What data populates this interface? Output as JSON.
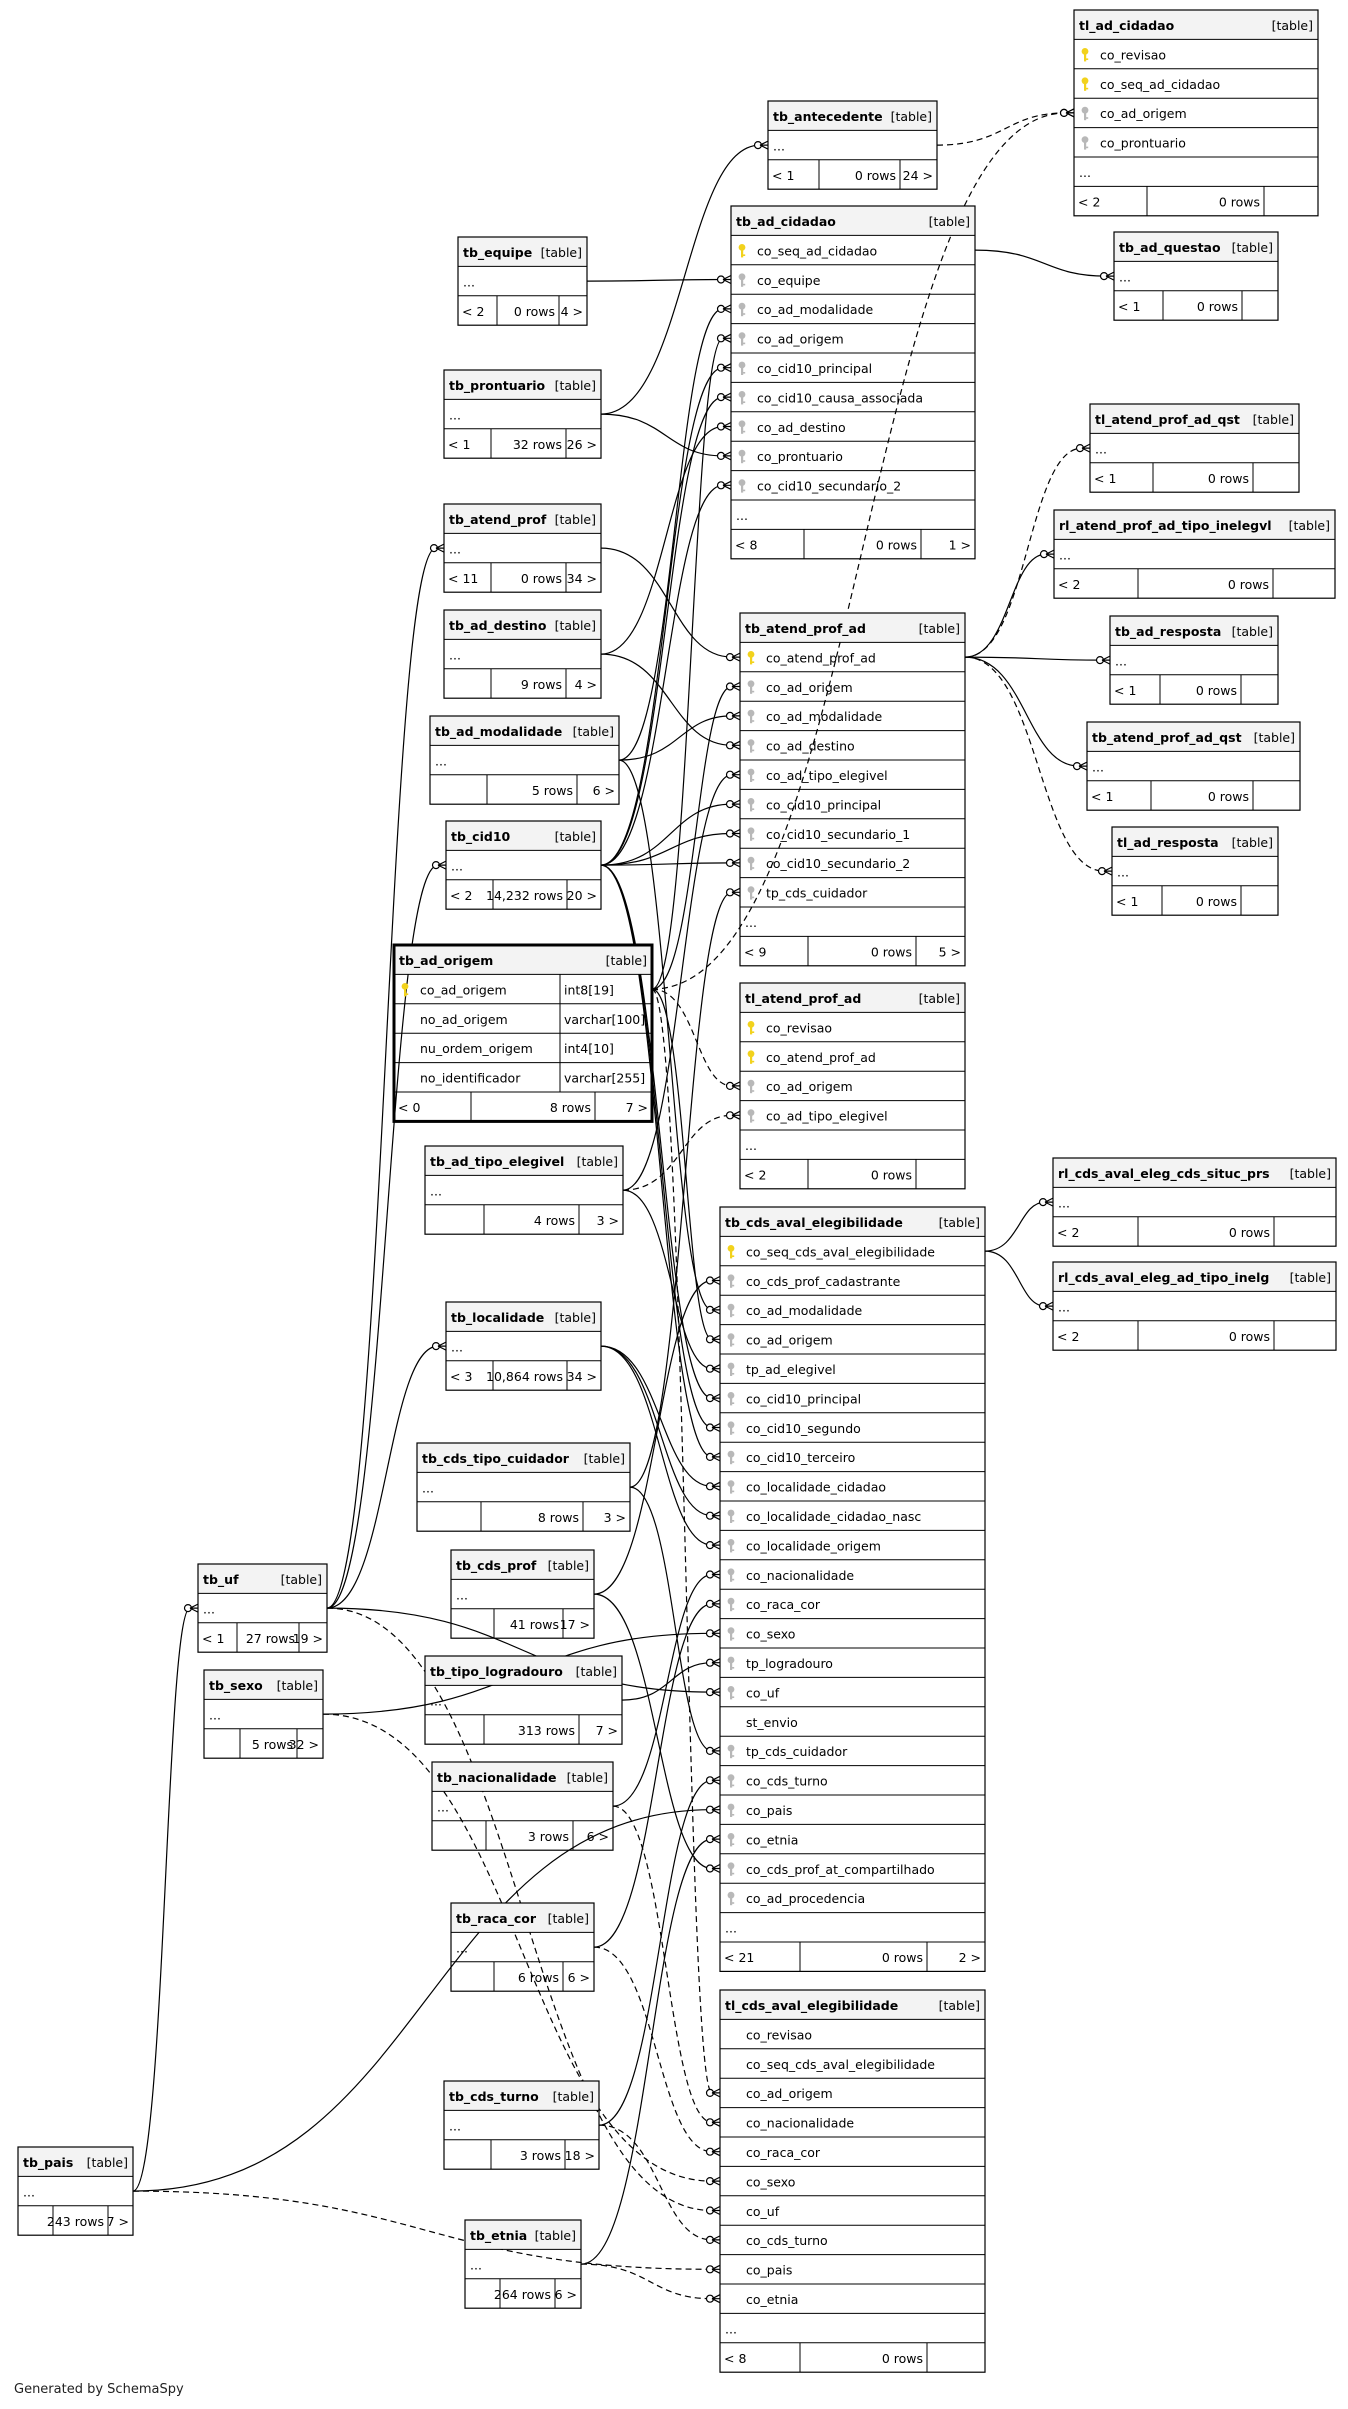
{
  "footer": "Generated by SchemaSpy",
  "tables": [
    {
      "id": "tl_ad_cidadao",
      "name": "tl_ad_cidadao",
      "type": "[table]",
      "cols": [
        {
          "name": "co_revisao",
          "key": "pk"
        },
        {
          "name": "co_seq_ad_cidadao",
          "key": "pk"
        },
        {
          "name": "co_ad_origem",
          "key": "fk"
        },
        {
          "name": "co_prontuario",
          "key": "fk"
        },
        {
          "name": "...",
          "key": ""
        }
      ],
      "foot": [
        "< 2",
        "0 rows",
        ""
      ]
    },
    {
      "id": "tb_antecedente",
      "name": "tb_antecedente",
      "type": "[table]",
      "cols": [
        {
          "name": "...",
          "key": ""
        }
      ],
      "foot": [
        "< 1",
        "0 rows",
        "24 >"
      ]
    },
    {
      "id": "tb_ad_cidadao",
      "name": "tb_ad_cidadao",
      "type": "[table]",
      "cols": [
        {
          "name": "co_seq_ad_cidadao",
          "key": "pk"
        },
        {
          "name": "co_equipe",
          "key": "fk"
        },
        {
          "name": "co_ad_modalidade",
          "key": "fk"
        },
        {
          "name": "co_ad_origem",
          "key": "fk"
        },
        {
          "name": "co_cid10_principal",
          "key": "fk"
        },
        {
          "name": "co_cid10_causa_associada",
          "key": "fk"
        },
        {
          "name": "co_ad_destino",
          "key": "fk"
        },
        {
          "name": "co_prontuario",
          "key": "fk"
        },
        {
          "name": "co_cid10_secundario_2",
          "key": "fk"
        },
        {
          "name": "...",
          "key": ""
        }
      ],
      "foot": [
        "< 8",
        "0 rows",
        "1 >"
      ]
    },
    {
      "id": "tb_ad_questao",
      "name": "tb_ad_questao",
      "type": "[table]",
      "cols": [
        {
          "name": "...",
          "key": ""
        }
      ],
      "foot": [
        "< 1",
        "0 rows",
        ""
      ]
    },
    {
      "id": "tb_equipe",
      "name": "tb_equipe",
      "type": "[table]",
      "cols": [
        {
          "name": "...",
          "key": ""
        }
      ],
      "foot": [
        "< 2",
        "0 rows",
        "4 >"
      ]
    },
    {
      "id": "tb_prontuario",
      "name": "tb_prontuario",
      "type": "[table]",
      "cols": [
        {
          "name": "...",
          "key": ""
        }
      ],
      "foot": [
        "< 1",
        "32 rows",
        "26 >"
      ]
    },
    {
      "id": "tl_atend_prof_ad_qst",
      "name": "tl_atend_prof_ad_qst",
      "type": "[table]",
      "cols": [
        {
          "name": "...",
          "key": ""
        }
      ],
      "foot": [
        "< 1",
        "0 rows",
        ""
      ]
    },
    {
      "id": "rl_atend_prof_ad_tipo_inelegvl",
      "name": "rl_atend_prof_ad_tipo_inelegvl",
      "type": "[table]",
      "cols": [
        {
          "name": "...",
          "key": ""
        }
      ],
      "foot": [
        "< 2",
        "0 rows",
        ""
      ]
    },
    {
      "id": "tb_atend_prof",
      "name": "tb_atend_prof",
      "type": "[table]",
      "cols": [
        {
          "name": "...",
          "key": ""
        }
      ],
      "foot": [
        "< 11",
        "0 rows",
        "34 >"
      ]
    },
    {
      "id": "tb_ad_destino",
      "name": "tb_ad_destino",
      "type": "[table]",
      "cols": [
        {
          "name": "...",
          "key": ""
        }
      ],
      "foot": [
        "",
        "9 rows",
        "4 >"
      ]
    },
    {
      "id": "tb_atend_prof_ad",
      "name": "tb_atend_prof_ad",
      "type": "[table]",
      "cols": [
        {
          "name": "co_atend_prof_ad",
          "key": "pk"
        },
        {
          "name": "co_ad_origem",
          "key": "fk"
        },
        {
          "name": "co_ad_modalidade",
          "key": "fk"
        },
        {
          "name": "co_ad_destino",
          "key": "fk"
        },
        {
          "name": "co_ad_tipo_elegivel",
          "key": "fk"
        },
        {
          "name": "co_cid10_principal",
          "key": "fk"
        },
        {
          "name": "co_cid10_secundario_1",
          "key": "fk"
        },
        {
          "name": "co_cid10_secundario_2",
          "key": "fk"
        },
        {
          "name": "tp_cds_cuidador",
          "key": "fk"
        },
        {
          "name": "...",
          "key": ""
        }
      ],
      "foot": [
        "< 9",
        "0 rows",
        "5 >"
      ]
    },
    {
      "id": "tb_ad_resposta",
      "name": "tb_ad_resposta",
      "type": "[table]",
      "cols": [
        {
          "name": "...",
          "key": ""
        }
      ],
      "foot": [
        "< 1",
        "0 rows",
        ""
      ]
    },
    {
      "id": "tb_ad_modalidade",
      "name": "tb_ad_modalidade",
      "type": "[table]",
      "cols": [
        {
          "name": "...",
          "key": ""
        }
      ],
      "foot": [
        "",
        "5 rows",
        "6 >"
      ]
    },
    {
      "id": "tb_atend_prof_ad_qst",
      "name": "tb_atend_prof_ad_qst",
      "type": "[table]",
      "cols": [
        {
          "name": "...",
          "key": ""
        }
      ],
      "foot": [
        "< 1",
        "0 rows",
        ""
      ]
    },
    {
      "id": "tb_cid10",
      "name": "tb_cid10",
      "type": "[table]",
      "cols": [
        {
          "name": "...",
          "key": ""
        }
      ],
      "foot": [
        "< 2",
        "14,232 rows",
        "20 >"
      ]
    },
    {
      "id": "tl_ad_resposta",
      "name": "tl_ad_resposta",
      "type": "[table]",
      "cols": [
        {
          "name": "...",
          "key": ""
        }
      ],
      "foot": [
        "< 1",
        "0 rows",
        ""
      ]
    },
    {
      "id": "tb_ad_origem",
      "name": "tb_ad_origem",
      "type": "[table]",
      "cols": [
        {
          "name": "co_ad_origem",
          "key": "pk",
          "dtype": "int8[19]"
        },
        {
          "name": "no_ad_origem",
          "key": "",
          "dtype": "varchar[100]"
        },
        {
          "name": "nu_ordem_origem",
          "key": "",
          "dtype": "int4[10]"
        },
        {
          "name": "no_identificador",
          "key": "",
          "dtype": "varchar[255]"
        }
      ],
      "foot": [
        "< 0",
        "8 rows",
        "7 >"
      ]
    },
    {
      "id": "tl_atend_prof_ad",
      "name": "tl_atend_prof_ad",
      "type": "[table]",
      "cols": [
        {
          "name": "co_revisao",
          "key": "pk"
        },
        {
          "name": "co_atend_prof_ad",
          "key": "pk"
        },
        {
          "name": "co_ad_origem",
          "key": "fk"
        },
        {
          "name": "co_ad_tipo_elegivel",
          "key": "fk"
        },
        {
          "name": "...",
          "key": ""
        }
      ],
      "foot": [
        "< 2",
        "0 rows",
        ""
      ]
    },
    {
      "id": "tb_ad_tipo_elegivel",
      "name": "tb_ad_tipo_elegivel",
      "type": "[table]",
      "cols": [
        {
          "name": "...",
          "key": ""
        }
      ],
      "foot": [
        "",
        "4 rows",
        "3 >"
      ]
    },
    {
      "id": "rl_cds_aval_eleg_cds_situc_prs",
      "name": "rl_cds_aval_eleg_cds_situc_prs",
      "type": "[table]",
      "cols": [
        {
          "name": "...",
          "key": ""
        }
      ],
      "foot": [
        "< 2",
        "0 rows",
        ""
      ]
    },
    {
      "id": "tb_cds_aval_elegibilidade",
      "name": "tb_cds_aval_elegibilidade",
      "type": "[table]",
      "cols": [
        {
          "name": "co_seq_cds_aval_elegibilidade",
          "key": "pk"
        },
        {
          "name": "co_cds_prof_cadastrante",
          "key": "fk"
        },
        {
          "name": "co_ad_modalidade",
          "key": "fk"
        },
        {
          "name": "co_ad_origem",
          "key": "fk"
        },
        {
          "name": "tp_ad_elegivel",
          "key": "fk"
        },
        {
          "name": "co_cid10_principal",
          "key": "fk"
        },
        {
          "name": "co_cid10_segundo",
          "key": "fk"
        },
        {
          "name": "co_cid10_terceiro",
          "key": "fk"
        },
        {
          "name": "co_localidade_cidadao",
          "key": "fk"
        },
        {
          "name": "co_localidade_cidadao_nasc",
          "key": "fk"
        },
        {
          "name": "co_localidade_origem",
          "key": "fk"
        },
        {
          "name": "co_nacionalidade",
          "key": "fk"
        },
        {
          "name": "co_raca_cor",
          "key": "fk"
        },
        {
          "name": "co_sexo",
          "key": "fk"
        },
        {
          "name": "tp_logradouro",
          "key": "fk"
        },
        {
          "name": "co_uf",
          "key": "fk"
        },
        {
          "name": "st_envio",
          "key": ""
        },
        {
          "name": "tp_cds_cuidador",
          "key": "fk"
        },
        {
          "name": "co_cds_turno",
          "key": "fk"
        },
        {
          "name": "co_pais",
          "key": "fk"
        },
        {
          "name": "co_etnia",
          "key": "fk"
        },
        {
          "name": "co_cds_prof_at_compartilhado",
          "key": "fk"
        },
        {
          "name": "co_ad_procedencia",
          "key": "fk"
        },
        {
          "name": "...",
          "key": ""
        }
      ],
      "foot": [
        "< 21",
        "0 rows",
        "2 >"
      ]
    },
    {
      "id": "rl_cds_aval_eleg_ad_tipo_inelg",
      "name": "rl_cds_aval_eleg_ad_tipo_inelg",
      "type": "[table]",
      "cols": [
        {
          "name": "...",
          "key": ""
        }
      ],
      "foot": [
        "< 2",
        "0 rows",
        ""
      ]
    },
    {
      "id": "tb_localidade",
      "name": "tb_localidade",
      "type": "[table]",
      "cols": [
        {
          "name": "...",
          "key": ""
        }
      ],
      "foot": [
        "< 3",
        "10,864 rows",
        "34 >"
      ]
    },
    {
      "id": "tb_cds_tipo_cuidador",
      "name": "tb_cds_tipo_cuidador",
      "type": "[table]",
      "cols": [
        {
          "name": "...",
          "key": ""
        }
      ],
      "foot": [
        "",
        "8 rows",
        "3 >"
      ]
    },
    {
      "id": "tb_uf",
      "name": "tb_uf",
      "type": "[table]",
      "cols": [
        {
          "name": "...",
          "key": ""
        }
      ],
      "foot": [
        "< 1",
        "27 rows",
        "19 >"
      ]
    },
    {
      "id": "tb_cds_prof",
      "name": "tb_cds_prof",
      "type": "[table]",
      "cols": [
        {
          "name": "...",
          "key": ""
        }
      ],
      "foot": [
        "",
        "41 rows",
        "17 >"
      ]
    },
    {
      "id": "tb_sexo",
      "name": "tb_sexo",
      "type": "[table]",
      "cols": [
        {
          "name": "...",
          "key": ""
        }
      ],
      "foot": [
        "",
        "5 rows",
        "32 >"
      ]
    },
    {
      "id": "tb_tipo_logradouro",
      "name": "tb_tipo_logradouro",
      "type": "[table]",
      "cols": [
        {
          "name": "...",
          "key": ""
        }
      ],
      "foot": [
        "",
        "313 rows",
        "7 >"
      ]
    },
    {
      "id": "tb_nacionalidade",
      "name": "tb_nacionalidade",
      "type": "[table]",
      "cols": [
        {
          "name": "...",
          "key": ""
        }
      ],
      "foot": [
        "",
        "3 rows",
        "6 >"
      ]
    },
    {
      "id": "tb_raca_cor",
      "name": "tb_raca_cor",
      "type": "[table]",
      "cols": [
        {
          "name": "...",
          "key": ""
        }
      ],
      "foot": [
        "",
        "6 rows",
        "6 >"
      ]
    },
    {
      "id": "tl_cds_aval_elegibilidade",
      "name": "tl_cds_aval_elegibilidade",
      "type": "[table]",
      "cols": [
        {
          "name": "co_revisao",
          "key": ""
        },
        {
          "name": "co_seq_cds_aval_elegibilidade",
          "key": ""
        },
        {
          "name": "co_ad_origem",
          "key": ""
        },
        {
          "name": "co_nacionalidade",
          "key": ""
        },
        {
          "name": "co_raca_cor",
          "key": ""
        },
        {
          "name": "co_sexo",
          "key": ""
        },
        {
          "name": "co_uf",
          "key": ""
        },
        {
          "name": "co_cds_turno",
          "key": ""
        },
        {
          "name": "co_pais",
          "key": ""
        },
        {
          "name": "co_etnia",
          "key": ""
        },
        {
          "name": "...",
          "key": ""
        }
      ],
      "foot": [
        "< 8",
        "0 rows",
        ""
      ]
    },
    {
      "id": "tb_cds_turno",
      "name": "tb_cds_turno",
      "type": "[table]",
      "cols": [
        {
          "name": "...",
          "key": ""
        }
      ],
      "foot": [
        "",
        "3 rows",
        "18 >"
      ]
    },
    {
      "id": "tb_pais",
      "name": "tb_pais",
      "type": "[table]",
      "cols": [
        {
          "name": "...",
          "key": ""
        }
      ],
      "foot": [
        "",
        "243 rows",
        "7 >"
      ]
    },
    {
      "id": "tb_etnia",
      "name": "tb_etnia",
      "type": "[table]",
      "cols": [
        {
          "name": "...",
          "key": ""
        }
      ],
      "foot": [
        "",
        "264 rows",
        "6 >"
      ]
    }
  ]
}
